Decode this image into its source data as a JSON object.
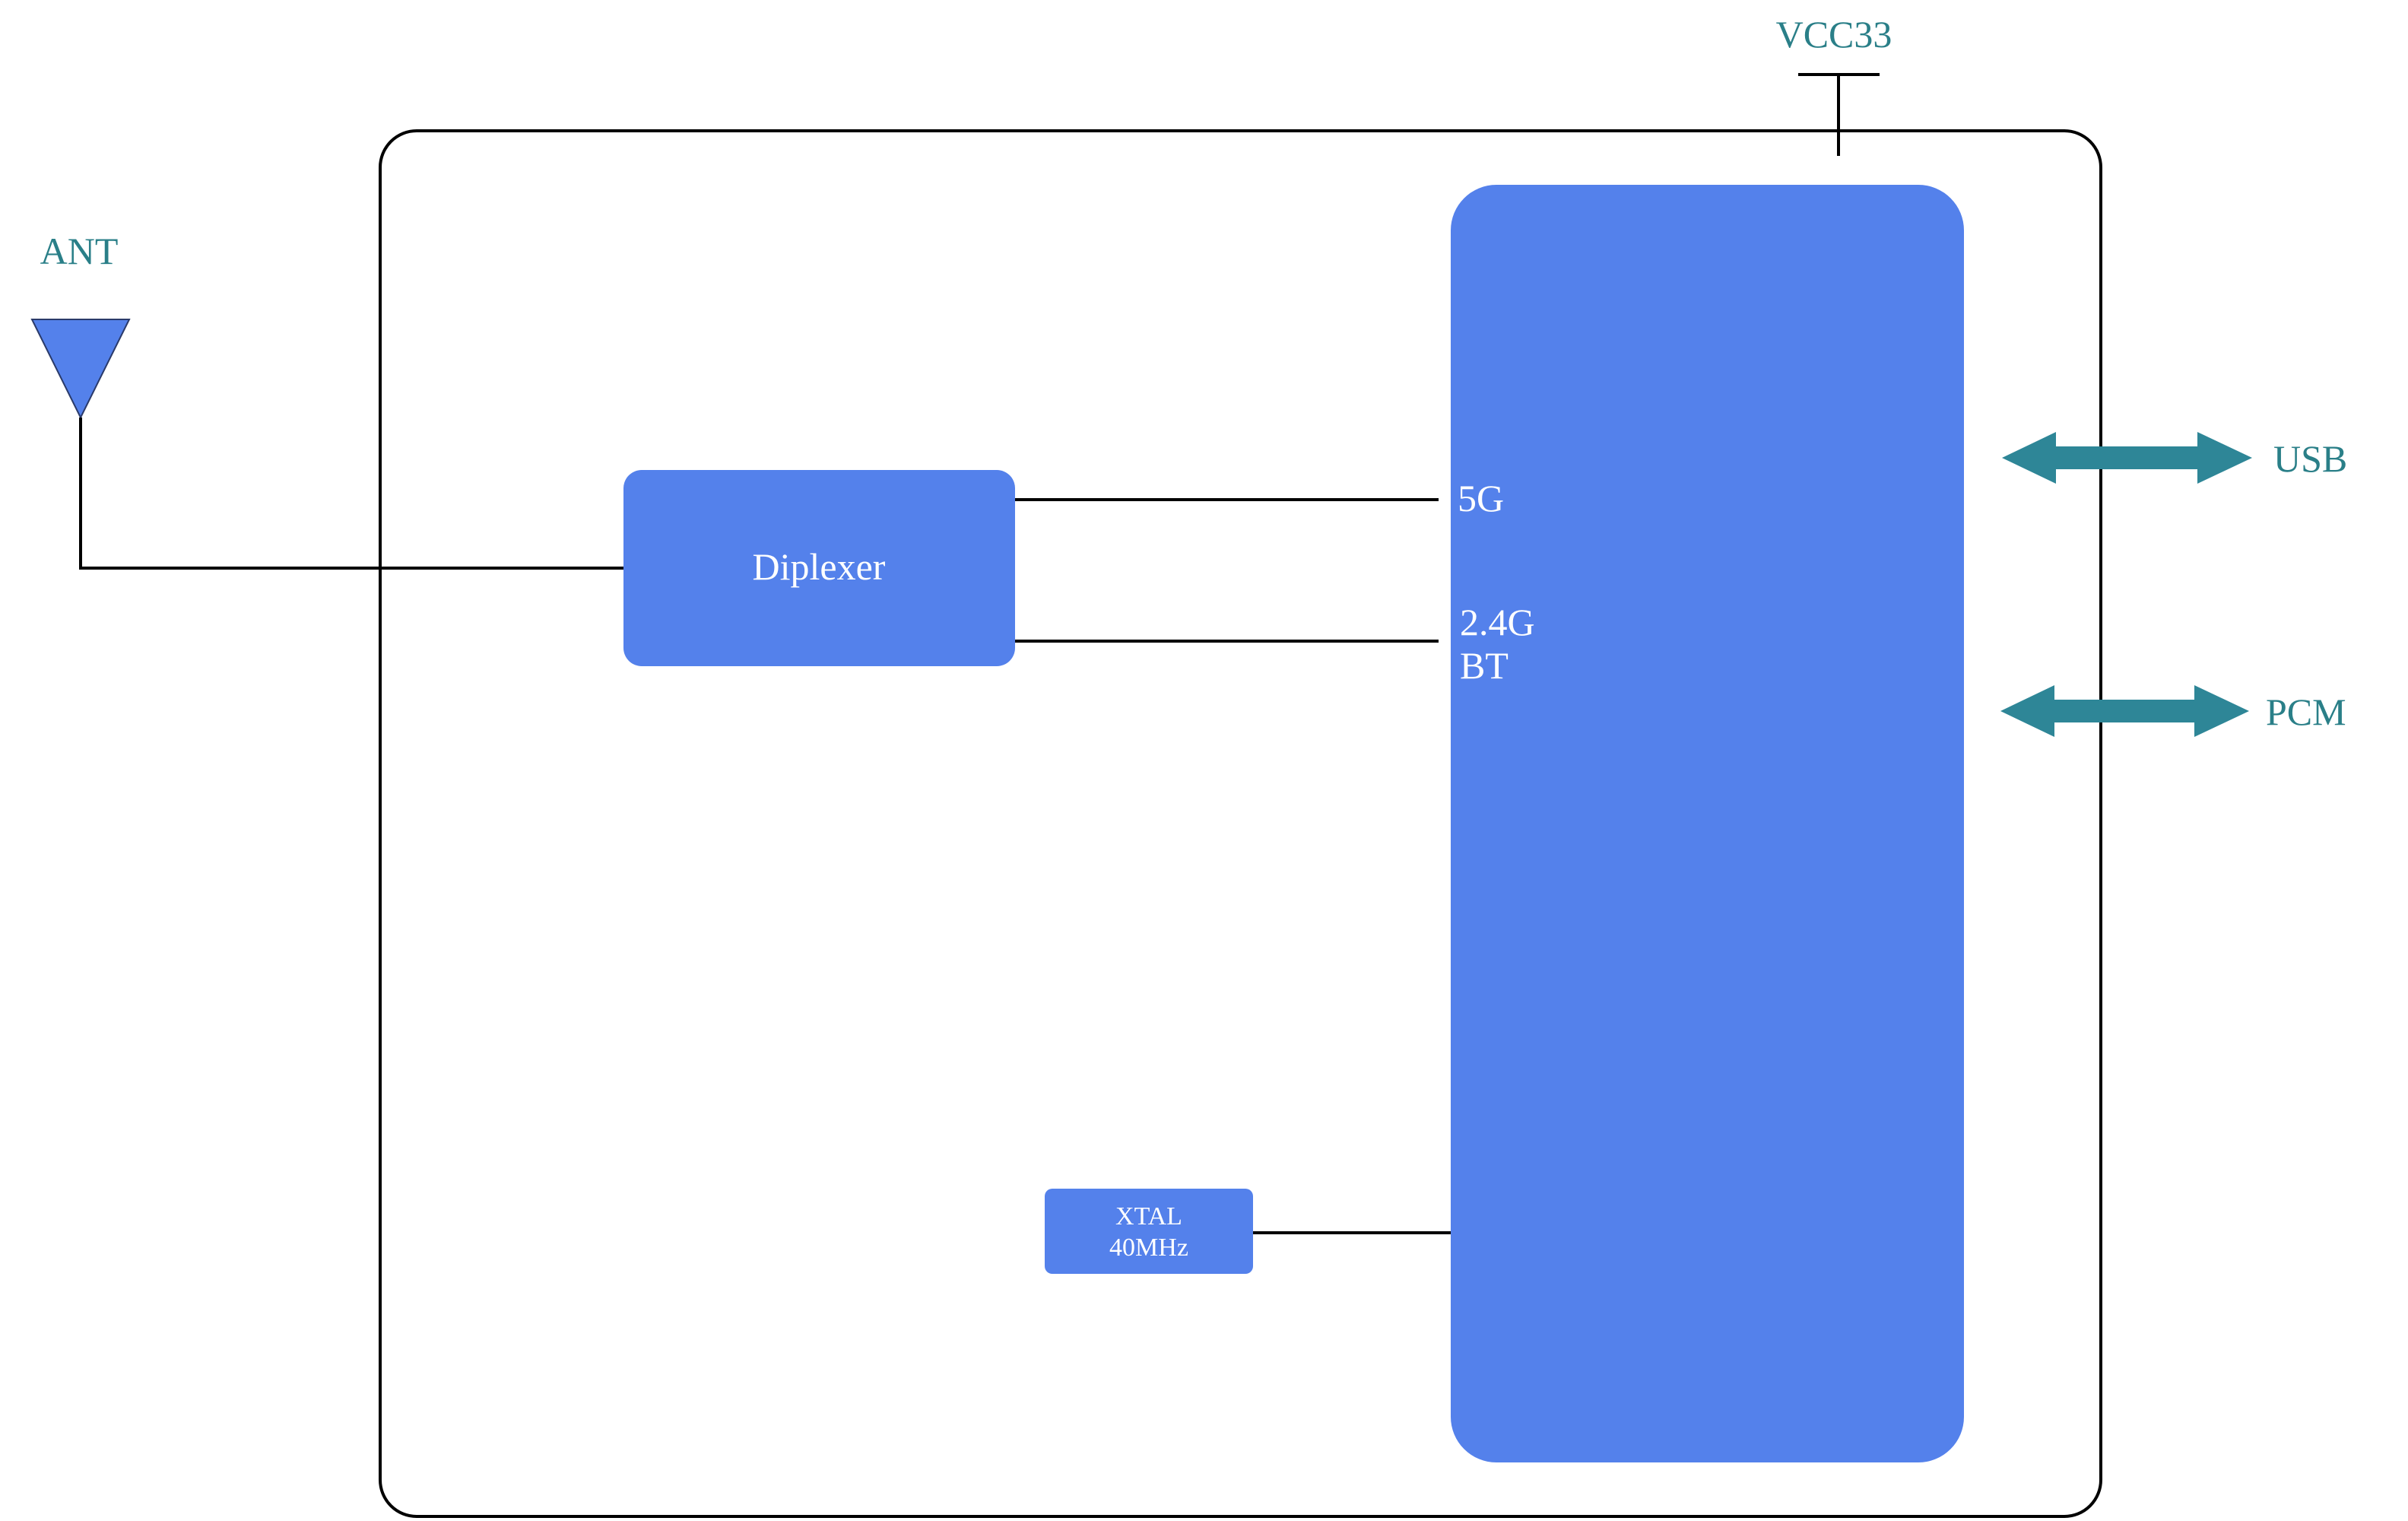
{
  "labels": {
    "vcc": "VCC33",
    "antenna": "ANT",
    "diplexer": "Diplexer",
    "port_5g": "5G",
    "port_24g_line1": "2.4G",
    "port_24g_line2": "BT",
    "xtal_line1": "XTAL",
    "xtal_line2": "40MHz",
    "usb": "USB",
    "pcm": "PCM"
  },
  "colors": {
    "block_fill": "#5481EB",
    "interface_arrow": "#2E8697",
    "external_label": "#2A7F88",
    "wire": "#000000"
  }
}
